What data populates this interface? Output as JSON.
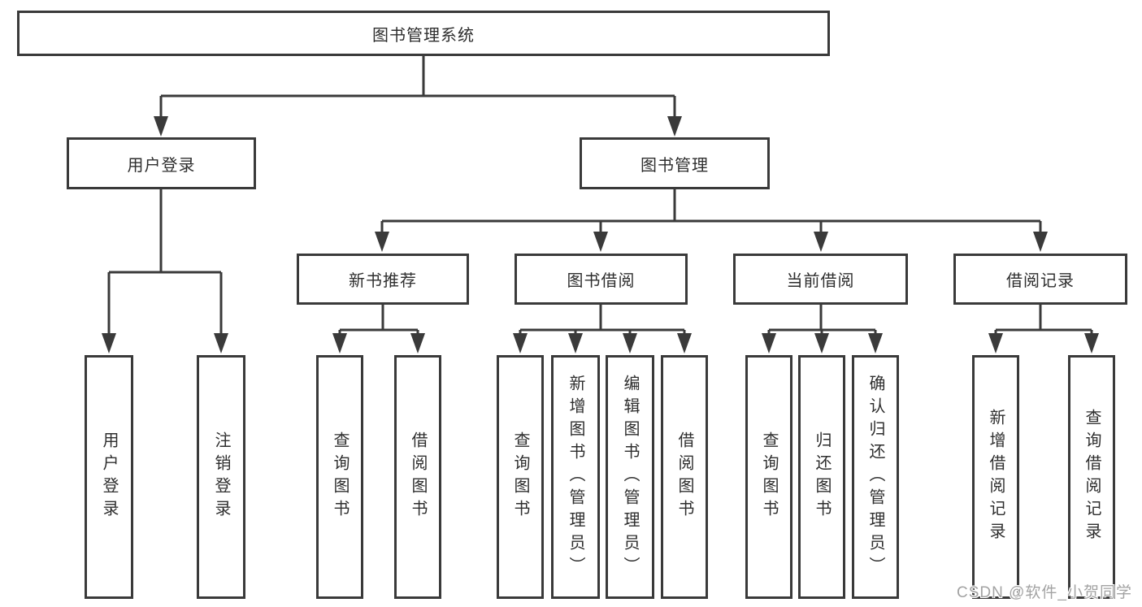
{
  "diagram": {
    "nodes": {
      "root": "图书管理系统",
      "user_login": "用户登录",
      "book_management": "图书管理",
      "new_book_recommendation": "新书推荐",
      "book_borrowing": "图书借阅",
      "current_borrowing": "当前借阅",
      "borrowing_records": "借阅记录",
      "leaves": {
        "user_login": "用户登录",
        "logout": "注销登录",
        "search_books_a": "查询图书",
        "borrow_books_a": "借阅图书",
        "search_books_b": "查询图书",
        "add_book_admin": "新增图书（管理员）",
        "edit_book_admin": "编辑图书（管理员）",
        "borrow_books_b": "借阅图书",
        "search_books_c": "查询图书",
        "return_book": "归还图书",
        "confirm_return_admin": "确认归还（管理员）",
        "add_borrow_record": "新增借阅记录",
        "search_borrow_record": "查询借阅记录"
      }
    },
    "line_color": "#3a3a3a"
  },
  "watermark": {
    "text": "CSDN @软件_小贺同学"
  }
}
